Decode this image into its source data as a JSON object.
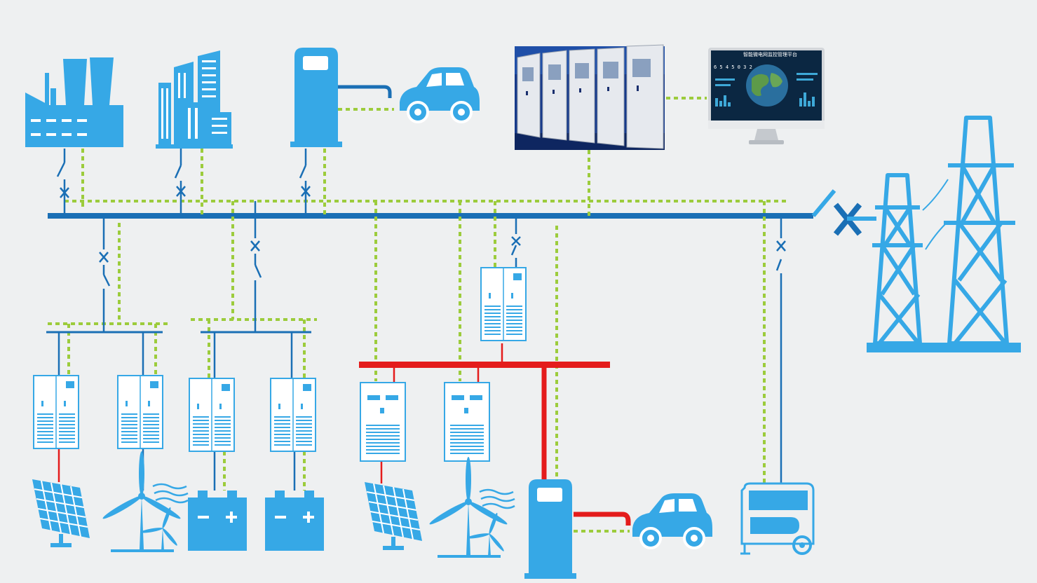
{
  "colors": {
    "background": "#eef0f1",
    "device_blue": "#36a8e6",
    "ac_bus": "#1a6fb5",
    "dc_bus": "#e41c1c",
    "communication_line": "#9ccc3c"
  },
  "icons": {
    "load_side": [
      "factory-icon",
      "buildings-icon",
      "charging-station-icon",
      "electric-car-icon"
    ],
    "control": [
      "control-cabinets-photo",
      "monitoring-computer-icon"
    ],
    "grid": [
      "transmission-tower-icon"
    ],
    "sources": [
      "solar-panel-icon",
      "wind-turbine-icon",
      "battery-icon",
      "battery-icon",
      "solar-panel-icon",
      "wind-turbine-icon",
      "charging-station-icon",
      "electric-car-icon",
      "generator-icon"
    ]
  },
  "monitor": {
    "header_text": "智能微电网监控管理平台",
    "readout": "6 5 4 5 0 3 2"
  }
}
